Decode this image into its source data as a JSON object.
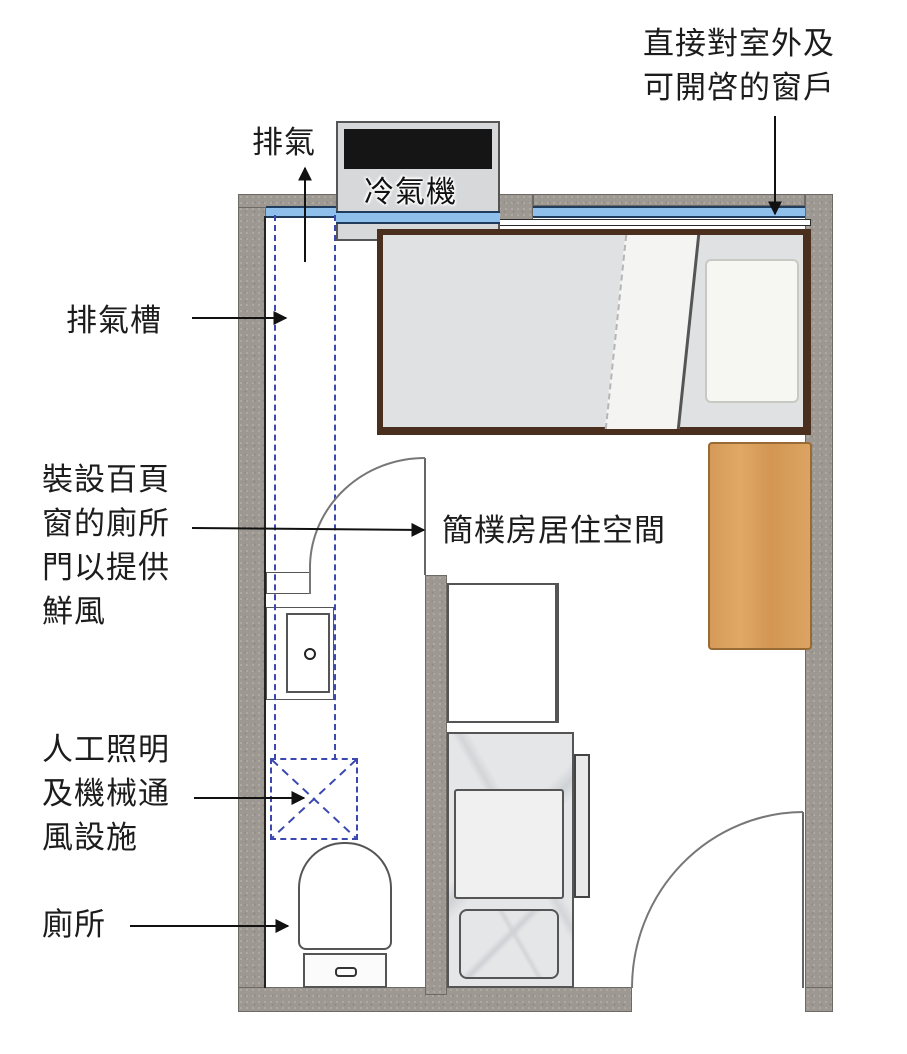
{
  "diagram": {
    "type": "floor-plan",
    "subject": "subdivided living unit with toilet compartment",
    "colors": {
      "wall": "#9d9892",
      "window_glass": "#8fc0ec",
      "bed_frame": "#4a2f1e",
      "desk_wood": "#dba462",
      "exhaust_duct_dash": "#3b48b0",
      "text": "#1c1c1c"
    }
  },
  "labels": {
    "exhaust": "排氣",
    "air_conditioner": "冷氣機",
    "window": "直接對室外及\n可開啓的窗戶",
    "exhaust_duct": "排氣槽",
    "louvered_door": "裝設百頁\n窗的廁所\n門以提供\n鮮風",
    "living_space": "簡樸房居住空間",
    "lighting_ventilation": "人工照明\n及機械通\n風設施",
    "toilet": "廁所"
  },
  "annotations": [
    {
      "id": "exhaust",
      "text": "排氣",
      "points_to": "exhaust outlet (upward arrow)"
    },
    {
      "id": "window",
      "text": "直接對室外及可開啓的窗戶",
      "points_to": "window glazing"
    },
    {
      "id": "exhaust_duct",
      "text": "排氣槽",
      "points_to": "dashed duct in toilet"
    },
    {
      "id": "louvered_door",
      "text": "裝設百頁窗的廁所門以提供鮮風",
      "points_to": "toilet door"
    },
    {
      "id": "living_space",
      "text": "簡樸房居住空間",
      "points_to": "main room"
    },
    {
      "id": "lighting_ventilation",
      "text": "人工照明及機械通風設施",
      "points_to": "ceiling fan/light box"
    },
    {
      "id": "toilet",
      "text": "廁所",
      "points_to": "toilet fixture"
    }
  ]
}
